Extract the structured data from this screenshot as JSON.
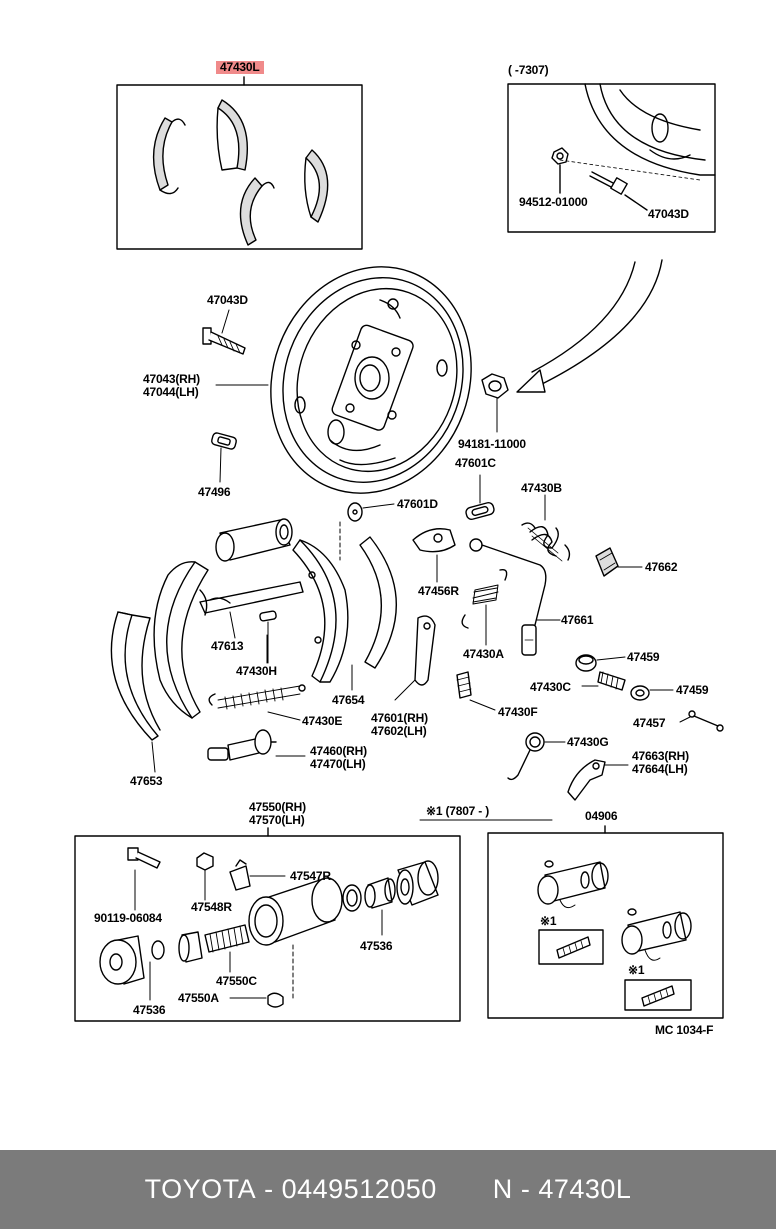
{
  "labels": {
    "highlight": "47430L",
    "inset_top_range": "(       -7307)",
    "p94512": "94512-01000",
    "p47043D_inset": "47043D",
    "p47043D": "47043D",
    "p47043_rh": "47043(RH)",
    "p47044_lh": "47044(LH)",
    "p94181": "94181-11000",
    "p47601C": "47601C",
    "p47496": "47496",
    "p47601D": "47601D",
    "p47430B": "47430B",
    "p47456R": "47456R",
    "p47662": "47662",
    "p47613": "47613",
    "p47661": "47661",
    "p47430H": "47430H",
    "p47430A": "47430A",
    "p47459a": "47459",
    "p47654": "47654",
    "p47430C": "47430C",
    "p47459b": "47459",
    "p47430E": "47430E",
    "p47601_rh": "47601(RH)",
    "p47602_lh": "47602(LH)",
    "p47430F": "47430F",
    "p47457": "47457",
    "p47430G": "47430G",
    "p47460_rh": "47460(RH)",
    "p47470_lh": "47470(LH)",
    "p47663_rh": "47663(RH)",
    "p47664_lh": "47664(LH)",
    "p47653": "47653",
    "p47550_rh": "47550(RH)",
    "p47570_lh": "47570(LH)",
    "note_range": "※1  (7807 -      )",
    "p04906": "04906",
    "p47547R": "47547R",
    "p90119": "90119-06084",
    "p47548R": "47548R",
    "p47536a": "47536",
    "note1a": "※1",
    "p47550C": "47550C",
    "p47550A": "47550A",
    "p47536b": "47536",
    "note1b": "※1",
    "mc": "MC 1034-F"
  },
  "footer": {
    "brand": "TOYOTA",
    "separator": "-",
    "part_number": "0449512050",
    "n_label": "N",
    "ref": "47430L"
  }
}
